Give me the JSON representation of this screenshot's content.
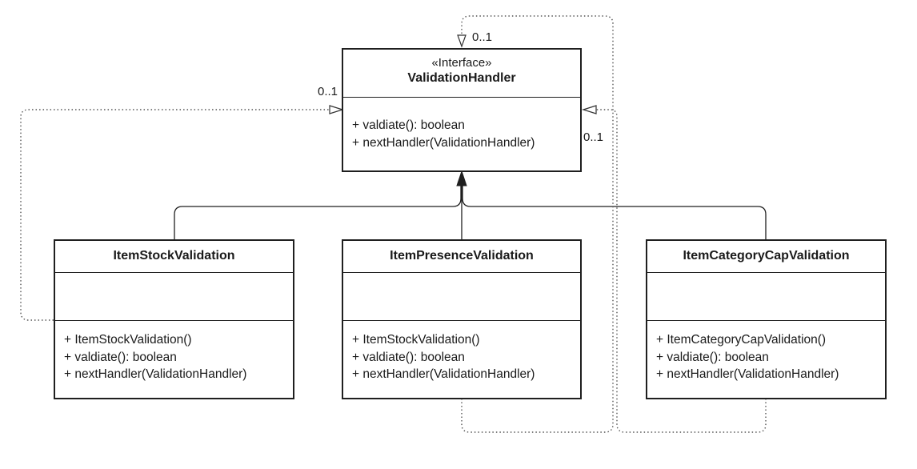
{
  "interface": {
    "stereotype": "«Interface»",
    "name": "ValidationHandler",
    "operations": [
      "+ valdiate(): boolean",
      "+ nextHandler(ValidationHandler)"
    ]
  },
  "classes": [
    {
      "name": "ItemStockValidation",
      "operations": [
        "+ ItemStockValidation()",
        "+ valdiate(): boolean",
        "+ nextHandler(ValidationHandler)"
      ]
    },
    {
      "name": "ItemPresenceValidation",
      "operations": [
        "+ ItemStockValidation()",
        "+ valdiate(): boolean",
        "+ nextHandler(ValidationHandler)"
      ]
    },
    {
      "name": "ItemCategoryCapValidation",
      "operations": [
        "+ ItemCategoryCapValidation()",
        "+ valdiate(): boolean",
        "+ nextHandler(ValidationHandler)"
      ]
    }
  ],
  "multiplicities": {
    "top": "0..1",
    "left": "0..1",
    "right": "0..1"
  }
}
